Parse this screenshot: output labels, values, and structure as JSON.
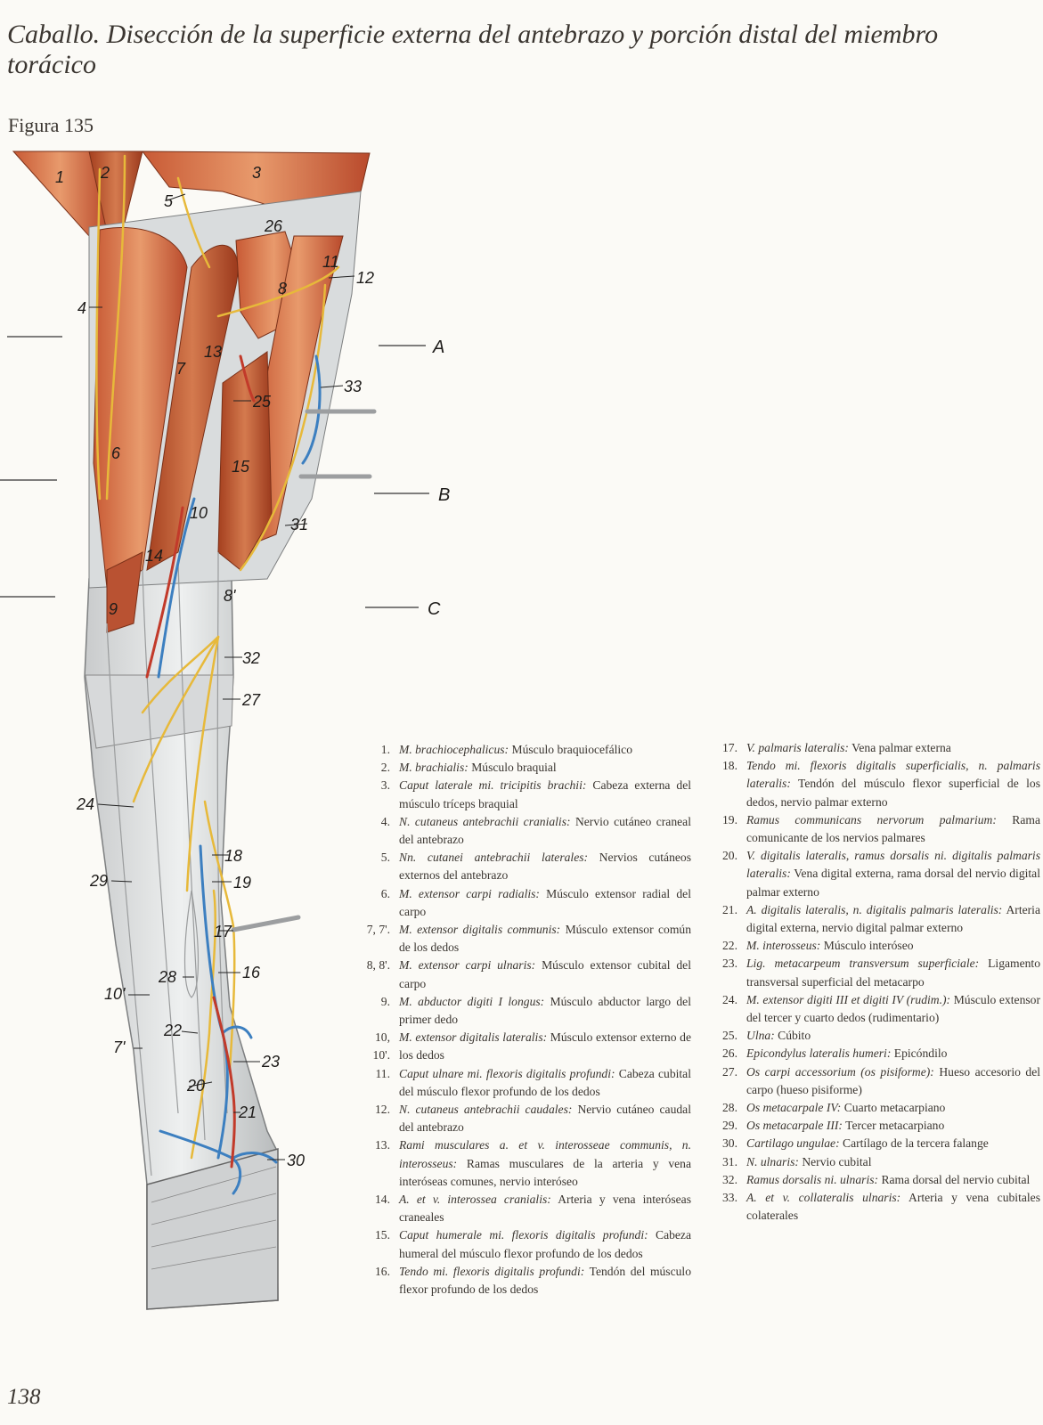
{
  "title": "Caballo. Disección de la superficie externa del antebrazo y porción distal del miembro\ntorácico",
  "figure_label": "Figura 135",
  "page_number": "138",
  "figure_labels": {
    "l1": "1",
    "l2": "2",
    "l3": "3",
    "l4": "4",
    "l5": "5",
    "l6": "6",
    "l7": "7",
    "l7p": "7'",
    "l8": "8",
    "l8p": "8'",
    "l9": "9",
    "l10": "10",
    "l10p": "10'",
    "l11": "11",
    "l12": "12",
    "l13": "13",
    "l14": "14",
    "l15": "15",
    "l16": "16",
    "l17": "17",
    "l18": "18",
    "l19": "19",
    "l20": "20",
    "l21": "21",
    "l22": "22",
    "l23": "23",
    "l24": "24",
    "l25": "25",
    "l26": "26",
    "l27": "27",
    "l28": "28",
    "l29": "29",
    "l30": "30",
    "l31": "31",
    "l32": "32",
    "l33": "33"
  },
  "level_labels": {
    "a": "A",
    "b": "B",
    "c": "C"
  },
  "legend_left": [
    {
      "num": "1.",
      "latin": "M. brachiocephalicus:",
      "text": "Músculo braquiocefálico"
    },
    {
      "num": "2.",
      "latin": "M. brachialis:",
      "text": "Músculo braquial"
    },
    {
      "num": "3.",
      "latin": "Caput laterale mi. tricipitis brachii:",
      "text": "Cabeza externa del músculo tríceps braquial"
    },
    {
      "num": "4.",
      "latin": "N. cutaneus antebrachii cranialis:",
      "text": "Nervio cutáneo craneal del antebrazo"
    },
    {
      "num": "5.",
      "latin": "Nn. cutanei antebrachii laterales:",
      "text": "Nervios cutáneos externos del antebrazo"
    },
    {
      "num": "6.",
      "latin": "M. extensor carpi radialis:",
      "text": "Músculo extensor radial del carpo"
    },
    {
      "num": "7, 7'.",
      "latin": "M. extensor digitalis communis:",
      "text": "Músculo extensor común de los dedos"
    },
    {
      "num": "8, 8'.",
      "latin": "M. extensor carpi ulnaris:",
      "text": "Músculo extensor cubital del carpo"
    },
    {
      "num": "9.",
      "latin": "M. abductor digiti I longus:",
      "text": "Músculo abductor largo del primer dedo"
    },
    {
      "num": "10, 10'.",
      "latin": "M. extensor digitalis lateralis:",
      "text": "Músculo extensor externo de los dedos"
    },
    {
      "num": "11.",
      "latin": "Caput ulnare mi. flexoris digitalis profundi:",
      "text": "Cabeza cubital del músculo flexor profundo de los dedos"
    },
    {
      "num": "12.",
      "latin": "N. cutaneus antebrachii caudales:",
      "text": "Nervio cutáneo caudal del antebrazo"
    },
    {
      "num": "13.",
      "latin": "Rami musculares a. et v. interosseae communis, n. interosseus:",
      "text": "Ramas musculares de la arteria y vena interóseas comunes, nervio interóseo"
    },
    {
      "num": "14.",
      "latin": "A. et v. interossea cranialis:",
      "text": "Arteria y vena interóseas craneales"
    },
    {
      "num": "15.",
      "latin": "Caput humerale mi. flexoris digitalis profundi:",
      "text": "Cabeza humeral del músculo flexor profundo de los dedos"
    },
    {
      "num": "16.",
      "latin": "Tendo mi. flexoris digitalis profundi:",
      "text": "Tendón del músculo flexor profundo de los dedos"
    }
  ],
  "legend_right": [
    {
      "num": "17.",
      "latin": "V. palmaris lateralis:",
      "text": "Vena palmar externa"
    },
    {
      "num": "18.",
      "latin": "Tendo mi. flexoris digitalis superficialis, n. palmaris lateralis:",
      "text": "Tendón del músculo flexor superficial de los dedos, nervio palmar externo"
    },
    {
      "num": "19.",
      "latin": "Ramus communicans nervorum palmarium:",
      "text": "Rama comunicante de los nervios palmares"
    },
    {
      "num": "20.",
      "latin": "V. digitalis lateralis, ramus dorsalis ni. digitalis palmaris lateralis:",
      "text": "Vena digital externa, rama dorsal del nervio digital palmar externo"
    },
    {
      "num": "21.",
      "latin": "A. digitalis lateralis, n. digitalis palmaris lateralis:",
      "text": "Arteria digital externa, nervio digital palmar externo"
    },
    {
      "num": "22.",
      "latin": "M. interosseus:",
      "text": "Músculo interóseo"
    },
    {
      "num": "23.",
      "latin": "Lig. metacarpeum transversum superficiale:",
      "text": "Ligamento transversal superficial del metacarpo"
    },
    {
      "num": "24.",
      "latin": "M. extensor digiti III et digiti IV (rudim.):",
      "text": "Músculo extensor del tercer y cuarto dedos (rudimentario)"
    },
    {
      "num": "25.",
      "latin": "Ulna:",
      "text": "Cúbito"
    },
    {
      "num": "26.",
      "latin": "Epicondylus lateralis humeri:",
      "text": "Epicóndilo"
    },
    {
      "num": "27.",
      "latin": "Os carpi accessorium (os pisiforme):",
      "text": "Hueso accesorio del carpo (hueso pisiforme)"
    },
    {
      "num": "28.",
      "latin": "Os metacarpale IV:",
      "text": "Cuarto metacarpiano"
    },
    {
      "num": "29.",
      "latin": "Os metacarpale III:",
      "text": "Tercer metacarpiano"
    },
    {
      "num": "30.",
      "latin": "Cartilago ungulae:",
      "text": "Cartílago de la tercera falange"
    },
    {
      "num": "31.",
      "latin": "N. ulnaris:",
      "text": "Nervio cubital"
    },
    {
      "num": "32.",
      "latin": "Ramus dorsalis ni. ulnaris:",
      "text": "Rama dorsal del nervio cubital"
    },
    {
      "num": "33.",
      "latin": "A. et v. collateralis ulnaris:",
      "text": "Arteria y vena cubitales colaterales"
    }
  ]
}
